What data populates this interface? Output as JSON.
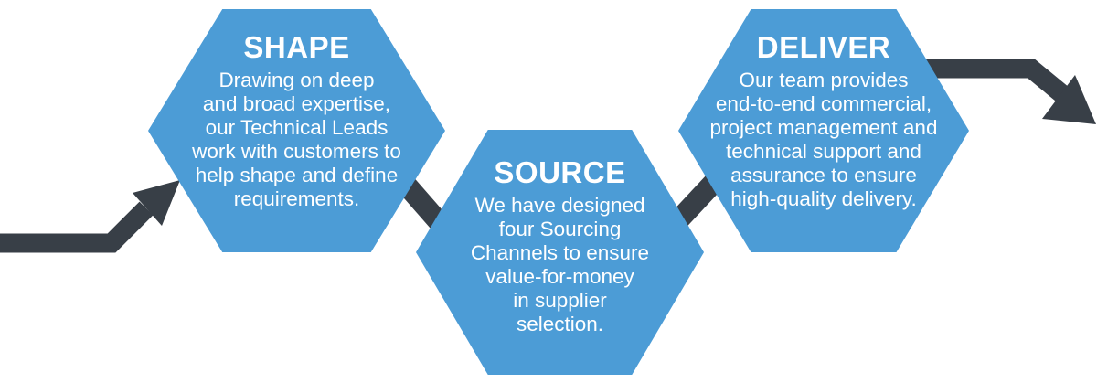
{
  "palette": {
    "hexagon_fill": "#4C9CD6",
    "arrow_color": "#383F47",
    "text_color": "#FFFFFF",
    "background": "#FFFFFF"
  },
  "icons": {
    "inbound": "arrow-up-right-icon",
    "outbound": "arrow-down-right-icon",
    "connectors": "diagonal-link-bar"
  },
  "steps": [
    {
      "title": "SHAPE",
      "body": "Drawing on deep\nand broad expertise,\nour Technical Leads\nwork with customers to\nhelp shape and define\nrequirements."
    },
    {
      "title": "SOURCE",
      "body": "We have designed\nfour Sourcing\nChannels to ensure\nvalue-for-money\nin supplier\nselection."
    },
    {
      "title": "DELIVER",
      "body": "Our team provides\nend-to-end commercial,\nproject management and\ntechnical support and\nassurance to ensure\nhigh-quality delivery."
    }
  ]
}
